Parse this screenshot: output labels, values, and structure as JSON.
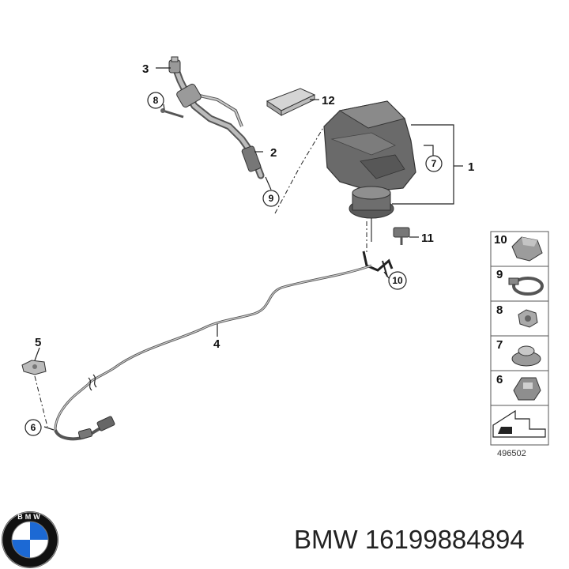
{
  "callouts": {
    "c1": "1",
    "c2": "2",
    "c3": "3",
    "c4": "4",
    "c5": "5",
    "c6": "6",
    "c7": "7",
    "c8": "8",
    "c9": "9",
    "c10": "10",
    "c11": "11",
    "c12": "12"
  },
  "legend": {
    "items": [
      "10",
      "9",
      "8",
      "7",
      "6"
    ]
  },
  "reference_number": "496502",
  "caption": "BMW 16199884894",
  "logo": {
    "text": "BMW",
    "colors": {
      "blue": "#1c69d4",
      "white": "#ffffff",
      "ring": "#111111"
    }
  }
}
